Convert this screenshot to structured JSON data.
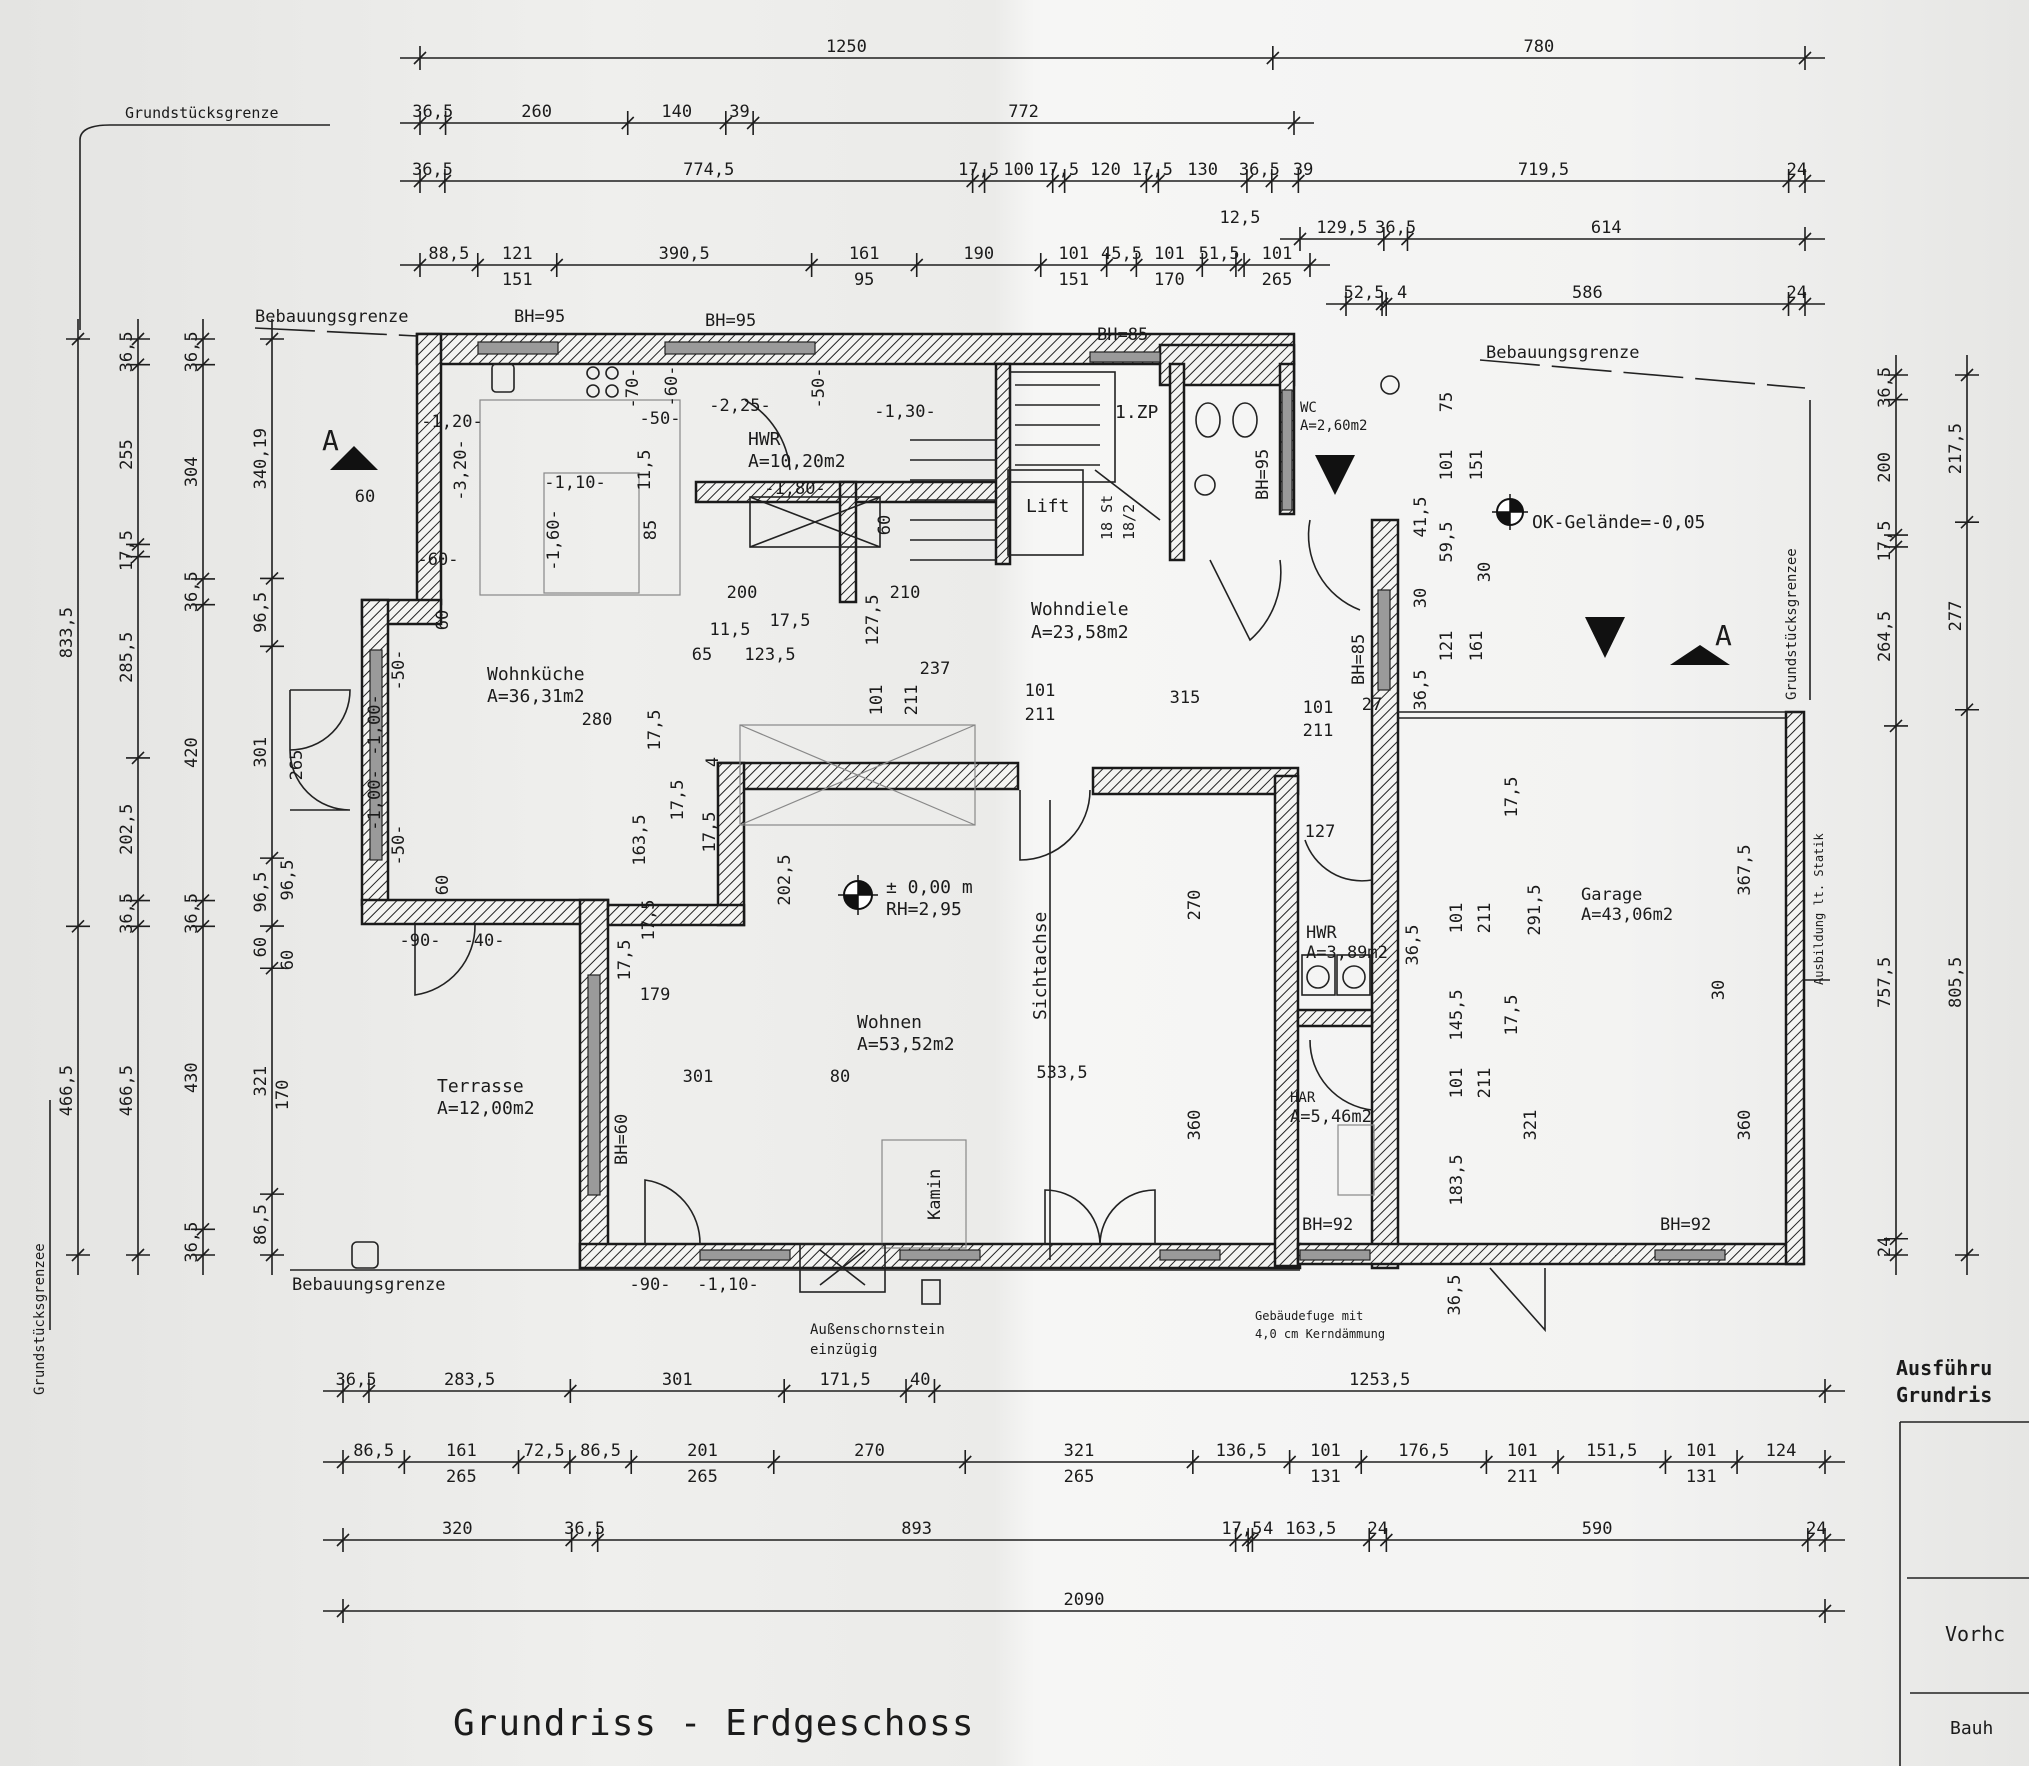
{
  "title": "Grundriss - Erdgeschoss",
  "title_block": {
    "heading_1": "Ausführu",
    "heading_2": "Grundris",
    "row_1": "Vorhc",
    "row_2": "Bauh"
  },
  "boundaries": {
    "bebauungsgrenze_top_left": "Bebauungsgrenze",
    "bebauungsgrenze_top_right": "Bebauungsgrenze",
    "bebauungsgrenze_bottom": "Bebauungsgrenze",
    "grundstuecksgrenze_top": "Grundstücksgrenze",
    "grundstuecksgrenze_left": "Grundstücksgrenzee",
    "grundstuecksgrenze_right": "Grundstücksgrenzee",
    "statik_note": "Ausbildung lt. Statik"
  },
  "rooms": {
    "wohnkueche": {
      "name": "Wohnküche",
      "area": "A=36,31m2"
    },
    "hwr_upper": {
      "name": "HWR",
      "area": "A=10,20m2"
    },
    "wohndiele": {
      "name": "Wohndiele",
      "area": "A=23,58m2"
    },
    "wohnen": {
      "name": "Wohnen",
      "area": "A=53,52m2"
    },
    "terrasse": {
      "name": "Terrasse",
      "area": "A=12,00m2"
    },
    "garage": {
      "name": "Garage",
      "area": "A=43,06m2"
    },
    "hwr_lower": {
      "name": "HWR",
      "area": "A=3,89m2"
    },
    "har": {
      "name": "HAR",
      "area": "A=5,46m2"
    },
    "wc": {
      "name": "WC",
      "area": "A=2,60m2"
    },
    "lift": {
      "name": "Lift"
    },
    "zp": {
      "name": "1.ZP"
    }
  },
  "annotations": {
    "level": "± 0,00 m",
    "room_height": "RH=2,95",
    "terrain": "OK-Gelände=-0,05",
    "sightline": "Sichtachse",
    "fireplace": "Kamin",
    "chimney_1": "Außenschornstein",
    "chimney_2": "einzügig",
    "joint_1": "Gebäudefuge mit",
    "joint_2": "4,0 cm Kerndämmung",
    "stair_1": "18 St",
    "stair_2": "18/2",
    "section_left": "A",
    "section_right": "A"
  },
  "parapet_heights": [
    "BH=95",
    "BH=95",
    "BH=85",
    "BH=95",
    "BH=85",
    "BH=60",
    "BH=92",
    "BH=92"
  ],
  "interior_dimensions": [
    "-1,20-",
    "-50-",
    "-70-",
    "-60-",
    "-2,25-",
    "-1,30-",
    "-50-",
    "-1,10-",
    "-1,60-",
    "-3,20-",
    "-1,80-",
    "11,5",
    "85",
    "60",
    "200",
    "210",
    "17,5",
    "11,5",
    "65",
    "123,5",
    "127,5",
    "101",
    "211",
    "237",
    "101",
    "211",
    "315",
    "101",
    "211",
    "280",
    "17,5",
    "163,5",
    "17,5",
    "202,5",
    "179",
    "301",
    "80",
    "270",
    "360",
    "533,5",
    "127",
    "36,5",
    "60",
    "60",
    "-60-",
    "-50-",
    "-1,00-",
    "-1,00-",
    "-50-",
    "60",
    "-90-",
    "-40-",
    "-90-",
    "-1,10-",
    "101",
    "211",
    "291,5",
    "17,5",
    "367,5",
    "30",
    "360",
    "321",
    "145,5",
    "17,5",
    "101",
    "211",
    "183,5",
    "36,5",
    "75",
    "101",
    "151",
    "41,5",
    "59,5",
    "30",
    "30",
    "121",
    "161",
    "36,5",
    "27",
    "265",
    "170",
    "17,5",
    "4",
    "17,5",
    "17,5",
    "96,5",
    "60"
  ],
  "dimension_chains": {
    "top_1": [
      {
        "v": "1250"
      },
      {
        "v": "780"
      }
    ],
    "top_2": [
      {
        "v": "36,5"
      },
      {
        "v": "260"
      },
      {
        "v": "140"
      },
      {
        "v": "39"
      },
      {
        "v": "772"
      }
    ],
    "top_3": [
      {
        "v": "36,5"
      },
      {
        "v": "774,5"
      },
      {
        "v": "17,5"
      },
      {
        "v": "100"
      },
      {
        "v": "17,5"
      },
      {
        "v": "120"
      },
      {
        "v": "17,5"
      },
      {
        "v": "130"
      },
      {
        "v": "36,5"
      },
      {
        "v": "39"
      },
      {
        "v": "719,5"
      },
      {
        "v": "24"
      }
    ],
    "top_3b": [
      {
        "v": "129,5"
      },
      {
        "v": "36,5"
      },
      {
        "v": "614"
      }
    ],
    "top_4": [
      {
        "v": "88,5"
      },
      {
        "v": "121",
        "sub": "151"
      },
      {
        "v": "390,5"
      },
      {
        "v": "161",
        "sub": "95"
      },
      {
        "v": "190"
      },
      {
        "v": "101",
        "sub": "151"
      },
      {
        "v": "45,5"
      },
      {
        "v": "101",
        "sub": "170"
      },
      {
        "v": "51,5"
      },
      {
        "v": "12,5"
      },
      {
        "v": "101",
        "sub": "265"
      }
    ],
    "top_4b": [
      {
        "v": "52,5"
      },
      {
        "v": "4"
      },
      {
        "v": "586"
      },
      {
        "v": "24"
      }
    ],
    "left_1": [
      {
        "v": "833,5"
      },
      {
        "v": "466,5"
      }
    ],
    "left_2": [
      {
        "v": "36,5"
      },
      {
        "v": "255"
      },
      {
        "v": "17,5"
      },
      {
        "v": "285,5"
      },
      {
        "v": "202,5"
      },
      {
        "v": "36,5"
      },
      {
        "v": "466,5"
      }
    ],
    "left_3": [
      {
        "v": "36,5"
      },
      {
        "v": "304"
      },
      {
        "v": "36,5"
      },
      {
        "v": "420"
      },
      {
        "v": "36,5"
      },
      {
        "v": "430"
      },
      {
        "v": "36,5"
      }
    ],
    "left_4": [
      {
        "v": "340,19"
      },
      {
        "v": "96,5"
      },
      {
        "v": "301"
      },
      {
        "v": "96,5"
      },
      {
        "v": "60"
      },
      {
        "v": "321"
      },
      {
        "v": "86,5"
      }
    ],
    "right_1": [
      {
        "v": "36,5"
      },
      {
        "v": "200"
      },
      {
        "v": "17,5"
      },
      {
        "v": "264,5"
      },
      {
        "v": "757,5"
      },
      {
        "v": "24"
      }
    ],
    "right_2": [
      {
        "v": "217,5"
      },
      {
        "v": "277"
      },
      {
        "v": "805,5"
      }
    ],
    "bottom_1": [
      {
        "v": "36,5"
      },
      {
        "v": "283,5"
      },
      {
        "v": "301"
      },
      {
        "v": "171,5"
      },
      {
        "v": "40"
      },
      {
        "v": "1253,5"
      }
    ],
    "bottom_2": [
      {
        "v": "86,5"
      },
      {
        "v": "161",
        "sub": "265"
      },
      {
        "v": "72,5"
      },
      {
        "v": "86,5"
      },
      {
        "v": "201",
        "sub": "265"
      },
      {
        "v": "270"
      },
      {
        "v": "321",
        "sub": "265"
      },
      {
        "v": "136,5"
      },
      {
        "v": "101",
        "sub": "131"
      },
      {
        "v": "176,5"
      },
      {
        "v": "101",
        "sub": "211"
      },
      {
        "v": "151,5"
      },
      {
        "v": "101",
        "sub": "131"
      },
      {
        "v": "124"
      }
    ],
    "bottom_3": [
      {
        "v": "320"
      },
      {
        "v": "36,5"
      },
      {
        "v": "893"
      },
      {
        "v": "17,5"
      },
      {
        "v": "4"
      },
      {
        "v": "163,5"
      },
      {
        "v": "24"
      },
      {
        "v": "590"
      },
      {
        "v": "24"
      }
    ],
    "bottom_4": [
      {
        "v": "2090"
      }
    ]
  }
}
